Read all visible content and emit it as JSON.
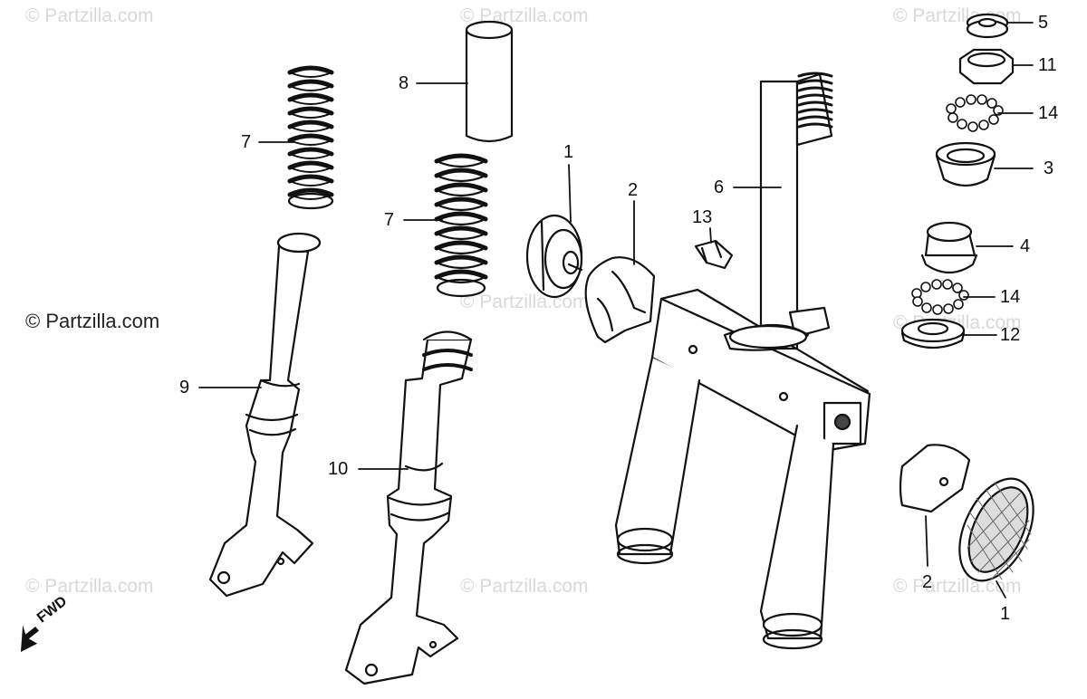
{
  "watermark": "© Partzilla.com",
  "callouts": {
    "c1a": "1",
    "c1b": "1",
    "c2a": "2",
    "c2b": "2",
    "c3": "3",
    "c4": "4",
    "c5": "5",
    "c6": "6",
    "c7a": "7",
    "c7b": "7",
    "c8": "8",
    "c9": "9",
    "c10": "10",
    "c11": "11",
    "c12": "12",
    "c13": "13",
    "c14a": "14",
    "c14b": "14"
  },
  "fwd_label": "FWD"
}
